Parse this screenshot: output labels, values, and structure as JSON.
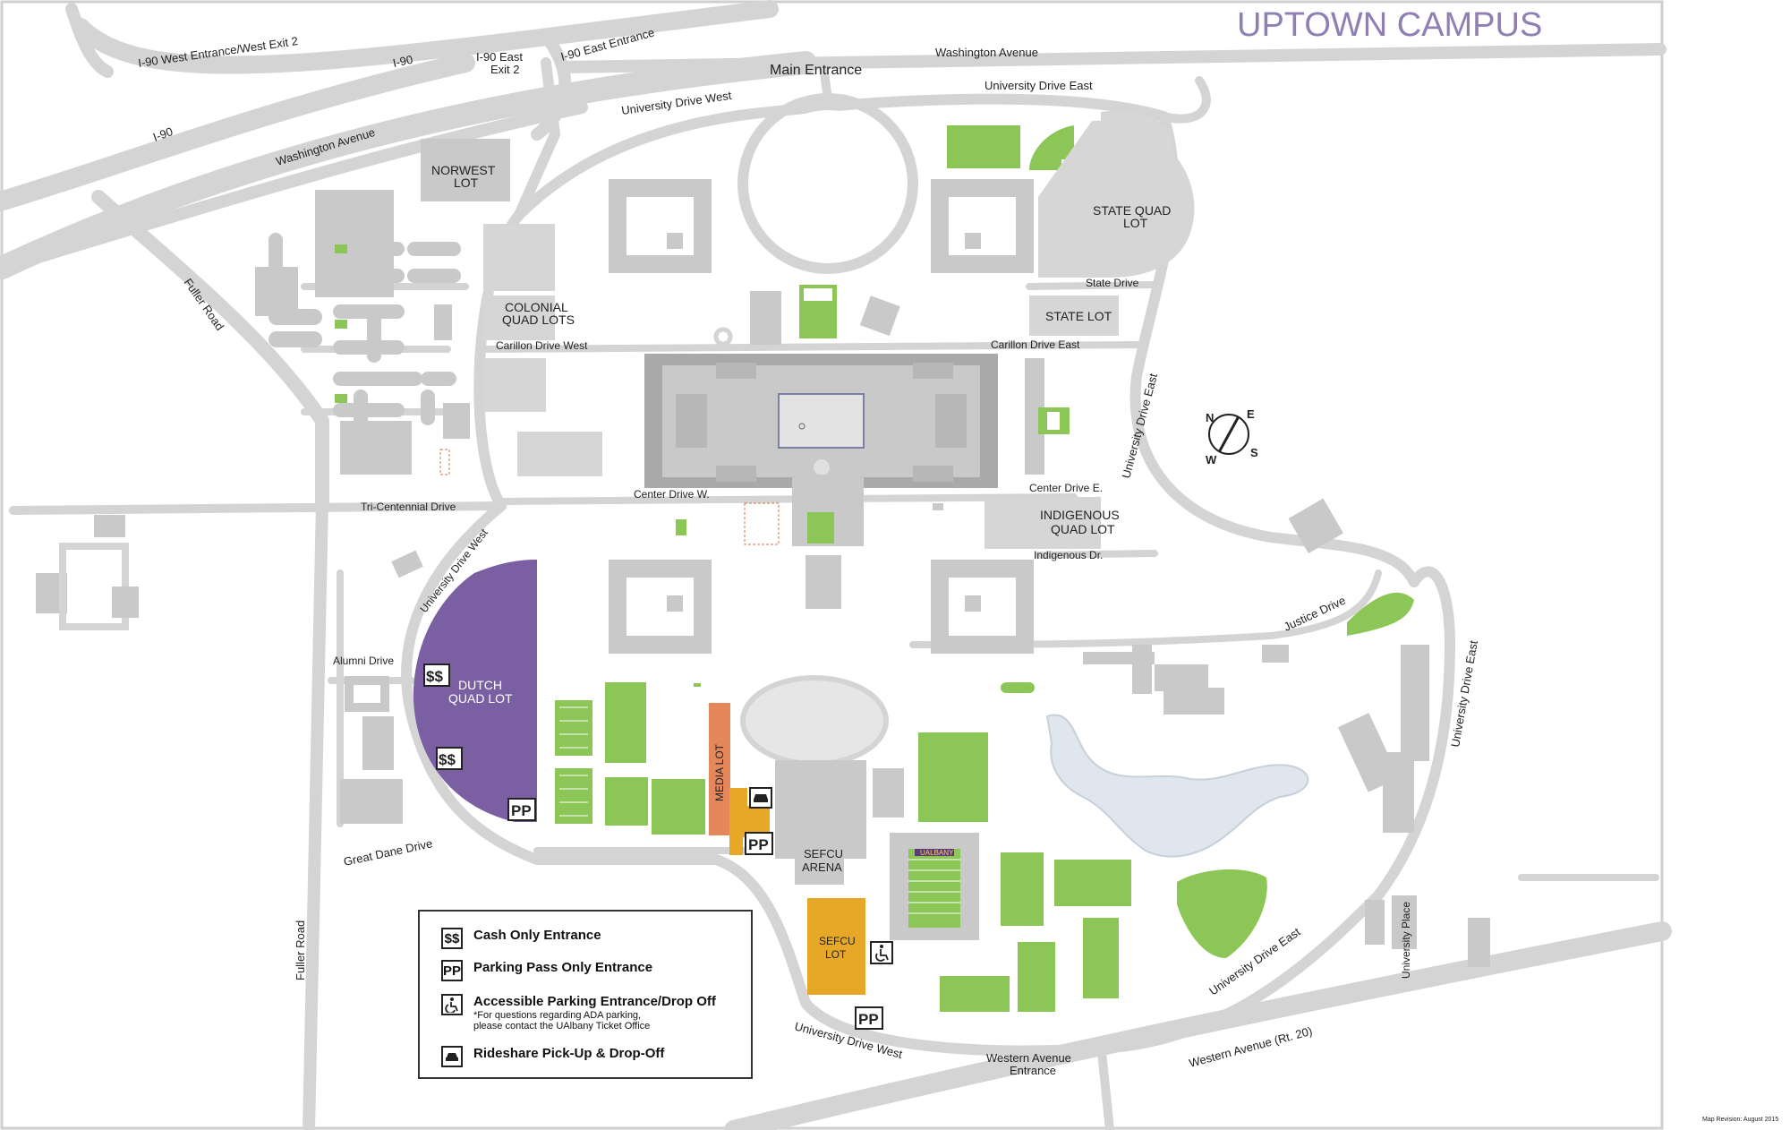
{
  "title": "UPTOWN CAMPUS",
  "revision": "Map Revision: August 2015",
  "colors": {
    "title": "#8f7fb3",
    "dutch_quad_lot": "#7b5fa3",
    "media_lot": "#e4885b",
    "sefcu_lot": "#e8a827",
    "grass": "#8cc657",
    "road": "#d4d4d4",
    "building": "#c9c9c9",
    "pond": "#dfe6ee"
  },
  "labels": {
    "i90_west_exit2": "I-90 West Entrance/West Exit 2",
    "i90_a": "I-90",
    "i90_b": "I-90",
    "i90_east_exit2_l1": "I-90 East",
    "i90_east_exit2_l2": "Exit 2",
    "i90_east_entrance": "I-90 East Entrance",
    "main_entrance": "Main Entrance",
    "washington_ave_top": "Washington Avenue",
    "washington_ave_left": "Washington Avenue",
    "university_drive_west_top": "University Drive West",
    "university_drive_east_top": "University Drive East",
    "norwest_lot_l1": "NORWEST",
    "norwest_lot_l2": "LOT",
    "state_quad_lot_l1": "STATE QUAD",
    "state_quad_lot_l2": "LOT",
    "state_drive": "State Drive",
    "state_lot": "STATE LOT",
    "colonial_quad_lots_l1": "COLONIAL",
    "colonial_quad_lots_l2": "QUAD LOTS",
    "carillon_drive_west": "Carillon Drive West",
    "carillon_drive_east": "Carillon Drive East",
    "fuller_road_top": "Fuller Road",
    "fuller_road_bottom": "Fuller Road",
    "university_drive_east_right": "University Drive East",
    "center_drive_w": "Center Drive W.",
    "center_drive_e": "Center Drive E.",
    "indigenous_quad_lot_l1": "INDIGENOUS",
    "indigenous_quad_lot_l2": "QUAD LOT",
    "indigenous_dr": "Indigenous Dr.",
    "tri_centennial_drive": "Tri-Centennial Drive",
    "university_drive_west_left": "University Drive West",
    "alumni_drive": "Alumni Drive",
    "dutch_quad_lot_l1": "DUTCH",
    "dutch_quad_lot_l2": "QUAD LOT",
    "justice_drive": "Justice Drive",
    "university_drive_east_far": "University Drive East",
    "media_lot": "MEDIA LOT",
    "sefcu_arena_l1": "SEFCU",
    "sefcu_arena_l2": "ARENA",
    "great_dane_drive": "Great Dane Drive",
    "sefcu_lot_l1": "SEFCU",
    "sefcu_lot_l2": "LOT",
    "university_drive_east_bottom": "University Drive East",
    "university_place": "University Place",
    "university_drive_west_bottom": "University Drive West",
    "western_avenue_entrance_l1": "Western Avenue",
    "western_avenue_entrance_l2": "Entrance",
    "western_avenue_rt20": "Western Avenue (Rt. 20)",
    "stadium_name": "UALBANY",
    "compass_n": "N",
    "compass_e": "E",
    "compass_s": "S",
    "compass_w": "W"
  },
  "markers": {
    "cash": "$$",
    "pass": "PP"
  },
  "legend": {
    "cash_icon": "$$",
    "cash_label": "Cash Only Entrance",
    "pass_icon": "PP",
    "pass_label": "Parking Pass Only Entrance",
    "accessible_label": "Accessible Parking Entrance/Drop Off",
    "accessible_note_l1": "*For questions regarding ADA parking,",
    "accessible_note_l2": "please contact the UAlbany Ticket Office",
    "rideshare_label": "Rideshare Pick-Up & Drop-Off"
  },
  "icons": {
    "accessible": "wheelchair-icon",
    "rideshare": "car-icon",
    "compass": "compass-icon"
  }
}
